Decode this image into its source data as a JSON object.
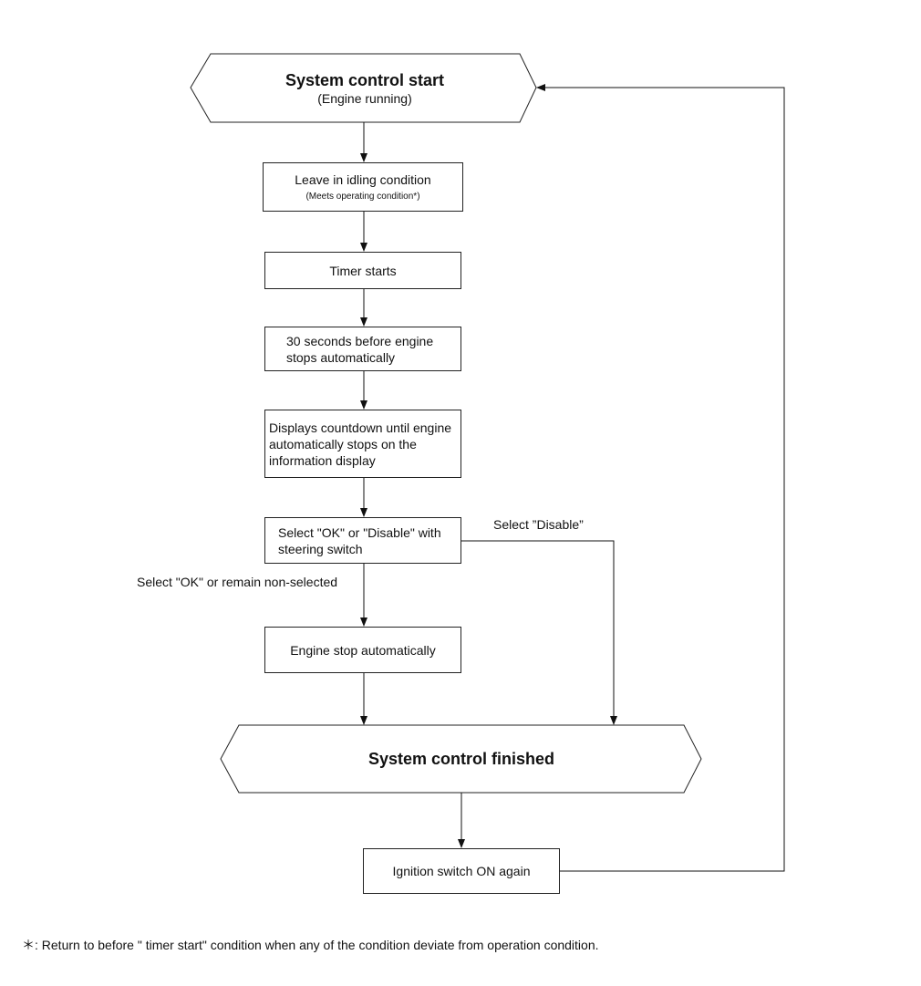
{
  "start": {
    "title": "System control start",
    "subtitle": "(Engine running)"
  },
  "steps": {
    "idle": {
      "text": "Leave in idling condition",
      "sub": "(Meets operating condition*)"
    },
    "timer": {
      "text": "Timer starts"
    },
    "thirty": {
      "line1": "30 seconds before engine",
      "line2": "stops automatically"
    },
    "display": {
      "line1": "Displays countdown until engine",
      "line2": "automatically stops on the",
      "line3": "information display"
    },
    "select": {
      "line1": "Select \"OK\" or \"Disable\" with",
      "line2": "steering switch"
    },
    "stop": {
      "text": "Engine stop automatically"
    },
    "ignition": {
      "text": "Ignition switch ON again"
    }
  },
  "finish": {
    "title": "System control finished"
  },
  "labels": {
    "disable": "Select ”Disable”",
    "ok": "Select \"OK\" or remain non-selected"
  },
  "footnote": "＊: Return to before \" timer start\" condition when any of the condition deviate from operation condition."
}
